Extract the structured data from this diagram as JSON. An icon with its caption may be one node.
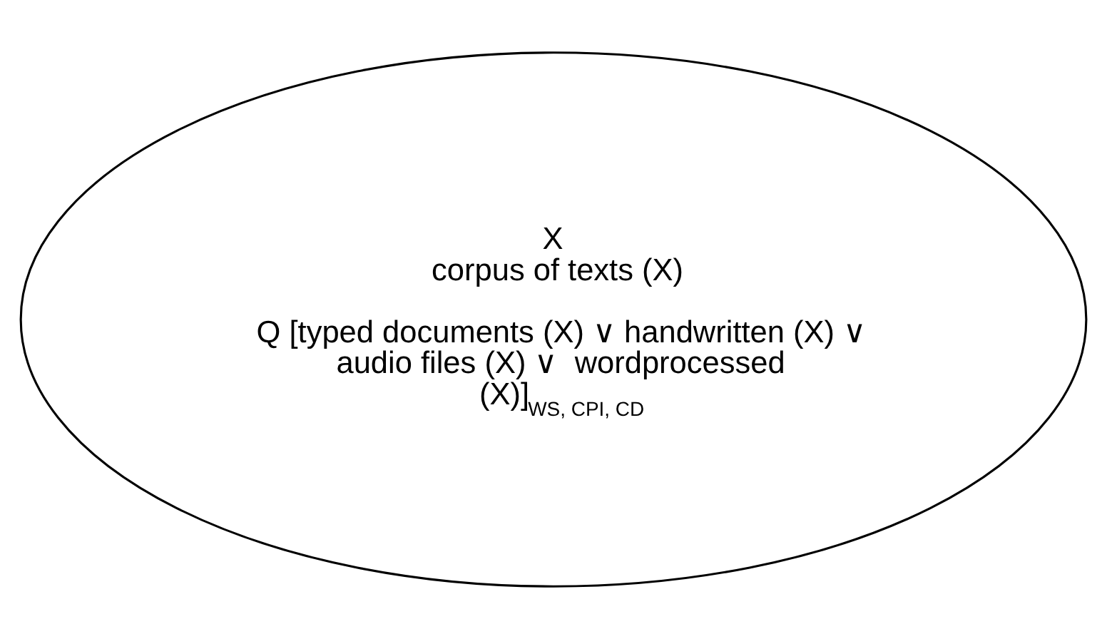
{
  "diagram": {
    "nodes": [
      {
        "text": [
          "X",
          "corpus of texts (X)",
          "Q [typed documents (X) ∨ handwritten (X) ∨ audio files (X) ∨  wordprocessed (X)]$_{WS, CPI, CD}$"
        ]
      }
    ]
  }
}
